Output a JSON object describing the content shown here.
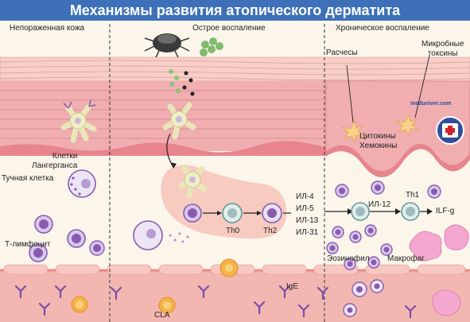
{
  "title": "Механизмы развития атопического дерматита",
  "sections": {
    "healthy": "Непораженная кожа",
    "acute": "Острое воспаление",
    "chronic": "Хроническое воспаление"
  },
  "labels": {
    "langerhans": "Клетки\nЛангерганса",
    "mast": "Тучная клетка",
    "t_lymph": "Т-лимфоцит",
    "scratches": "Расчесы",
    "microbial": "Микробные\nтоксины",
    "cytokines": "Цитокины",
    "chemokines": "Хемокины",
    "th0": "Th0",
    "th2": "Th2",
    "th1": "Th1",
    "il4": "ИЛ-4",
    "il5": "ИЛ-5",
    "il13": "ИЛ-13",
    "il31": "ИЛ-31",
    "il12": "ИЛ-12",
    "ilfg": "ILF-g",
    "eosinophil": "Эозинофил",
    "macrophage": "Макрофаг",
    "ige": "IgE",
    "cla": "CLA",
    "watermark": "meduniver.com"
  },
  "colors": {
    "title_bg": "#3d70b8",
    "epidermis": "#f2b8b6",
    "dermis": "#f9e6d6",
    "vessel": "#ee9a96",
    "cell_purple": "#8a5ab0"
  }
}
